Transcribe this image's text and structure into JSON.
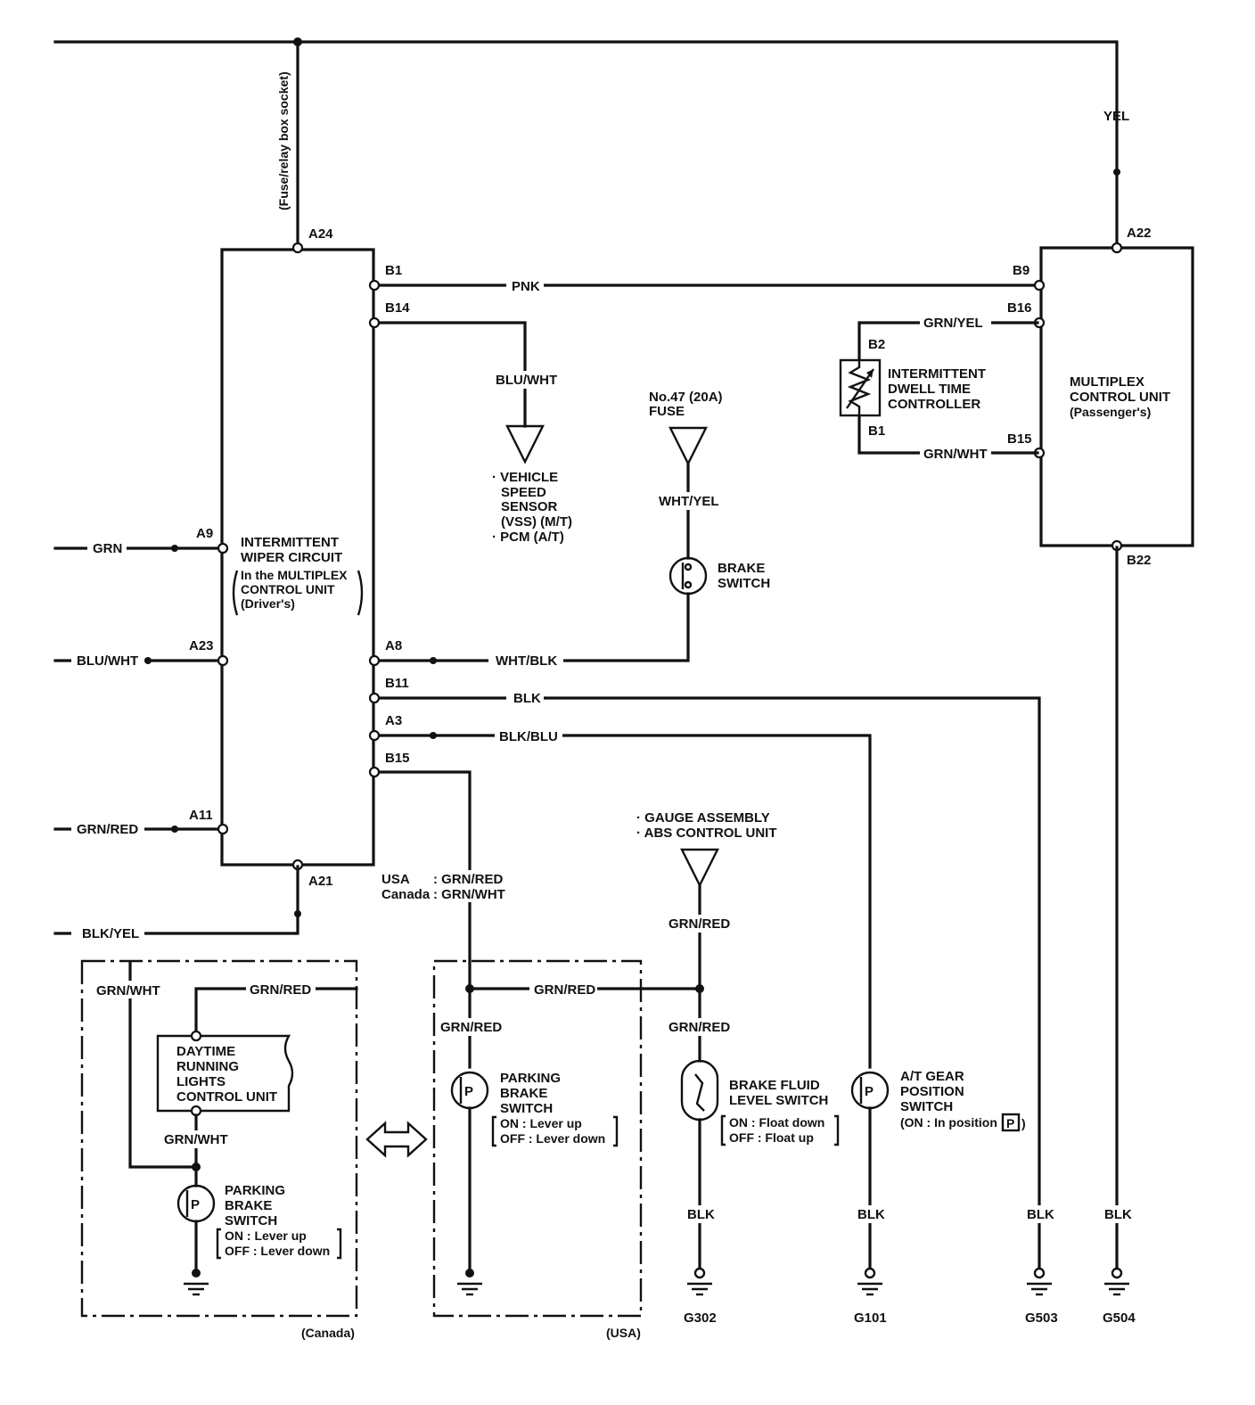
{
  "power_bus_label": "(Fuse/relay box socket)",
  "driver_unit": {
    "lines": [
      "INTERMITTENT",
      "WIPER CIRCUIT",
      "In the MULTIPLEX",
      "CONTROL UNIT",
      "(Driver's)"
    ],
    "pins": {
      "A24": "A24",
      "A9": "A9",
      "A23": "A23",
      "A11": "A11",
      "A21": "A21",
      "B1": "B1",
      "B14": "B14",
      "A8": "A8",
      "B11": "B11",
      "A3": "A3",
      "B15": "B15"
    }
  },
  "passenger_unit": {
    "lines": [
      "MULTIPLEX",
      "CONTROL UNIT",
      "(Passenger's)"
    ],
    "pins": {
      "A22": "A22",
      "B9": "B9",
      "B16": "B16",
      "B15": "B15",
      "B22": "B22"
    }
  },
  "dwell_controller": {
    "lines": [
      "INTERMITTENT",
      "DWELL TIME",
      "CONTROLLER"
    ],
    "pins": {
      "B2": "B2",
      "B1": "B1"
    }
  },
  "wires": {
    "yel": "YEL",
    "pnk": "PNK",
    "grn_yel": "GRN/YEL",
    "grn_wht": "GRN/WHT",
    "blu_wht_vss": "BLU/WHT",
    "wht_yel": "WHT/YEL",
    "wht_blk": "WHT/BLK",
    "blk_b11": "BLK",
    "blk_blu": "BLK/BLU",
    "grn_left": "GRN",
    "blu_wht_left": "BLU/WHT",
    "grn_red_left": "GRN/RED",
    "blk_yel": "BLK/YEL",
    "region_line1": "USA",
    "region_val1": ": GRN/RED",
    "region_line2": "Canada",
    "region_val2": ": GRN/WHT",
    "grn_red_gauge": "GRN/RED",
    "grn_red_mid": "GRN/RED",
    "grn_red_usa_drop": "GRN/RED",
    "grn_red_fluid": "GRN/RED",
    "blk_g302": "BLK",
    "blk_g101": "BLK",
    "blk_g503": "BLK",
    "blk_g504": "BLK",
    "canada_grn_wht_top": "GRN/WHT",
    "canada_grn_red": "GRN/RED",
    "canada_grn_wht_mid": "GRN/WHT"
  },
  "vss": {
    "lines": [
      "· VEHICLE",
      "SPEED",
      "SENSOR",
      "(VSS) (M/T)",
      "· PCM (A/T)"
    ]
  },
  "fuse": {
    "lines": [
      "No.47 (20A)",
      "FUSE"
    ]
  },
  "brake_switch": {
    "lines": [
      "BRAKE",
      "SWITCH"
    ]
  },
  "gauge": {
    "lines": [
      "· GAUGE ASSEMBLY",
      "· ABS CONTROL UNIT"
    ]
  },
  "drl_unit": {
    "lines": [
      "DAYTIME",
      "RUNNING",
      "LIGHTS",
      "CONTROL UNIT"
    ]
  },
  "parking_brake_canada": {
    "lines": [
      "PARKING",
      "BRAKE",
      "SWITCH"
    ],
    "on": "ON   : Lever up",
    "off": "OFF : Lever down"
  },
  "parking_brake_usa": {
    "lines": [
      "PARKING",
      "BRAKE",
      "SWITCH"
    ],
    "on": "ON   : Lever up",
    "off": "OFF : Lever down"
  },
  "brake_fluid": {
    "lines": [
      "BRAKE FLUID",
      "LEVEL SWITCH"
    ],
    "on": "ON   : Float down",
    "off": "OFF : Float up"
  },
  "at_gear": {
    "lines": [
      "A/T GEAR",
      "POSITION",
      "SWITCH"
    ],
    "on": "(ON : In position",
    "pos": "P"
  },
  "grounds": {
    "g302": "G302",
    "g101": "G101",
    "g503": "G503",
    "g504": "G504"
  },
  "boxes": {
    "canada": "(Canada)",
    "usa": "(USA)"
  }
}
